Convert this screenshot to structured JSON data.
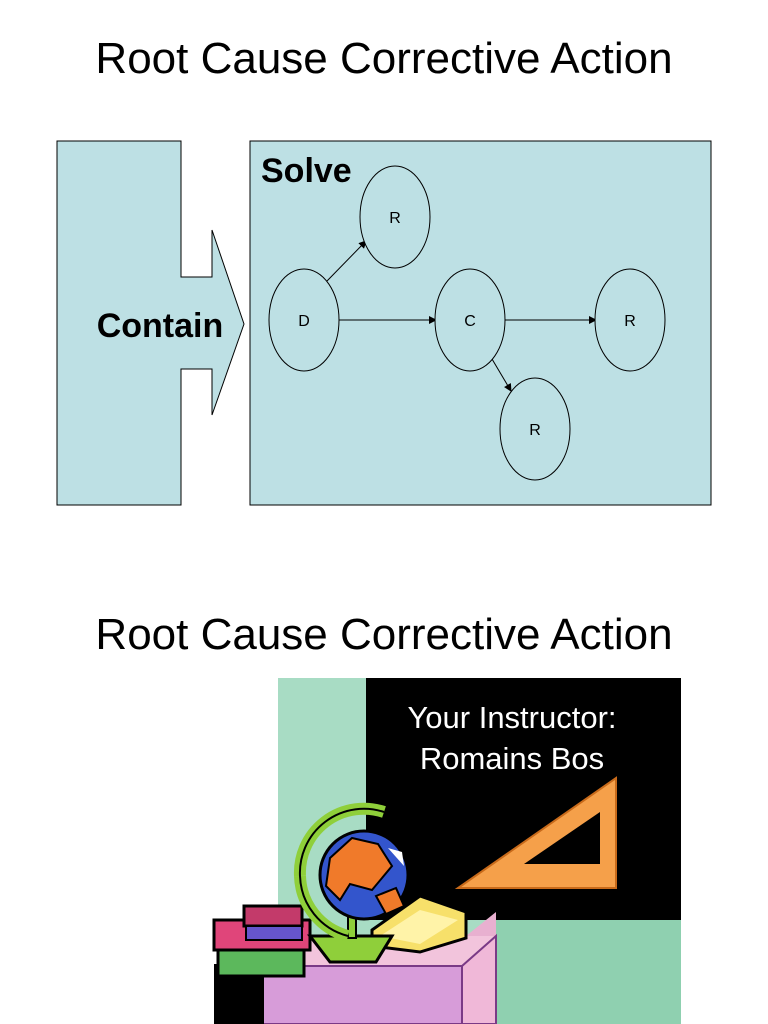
{
  "slide1": {
    "title": "Root Cause Corrective Action",
    "contain_label": "Contain",
    "solve_label": "Solve",
    "nodes": {
      "d": "D",
      "c": "C",
      "r_top": "R",
      "r_right": "R",
      "r_bottom": "R"
    }
  },
  "slide2": {
    "title": "Root Cause Corrective Action",
    "instructor_line1": "Your Instructor:",
    "instructor_line2": "Romains Bos"
  },
  "colors": {
    "panel_fill": "#bde0e4",
    "chalkboard": "#000000",
    "wall_green": "#a8dcc4",
    "triangle_orange": "#f5a04a",
    "desk_pink": "#d79cd9"
  }
}
